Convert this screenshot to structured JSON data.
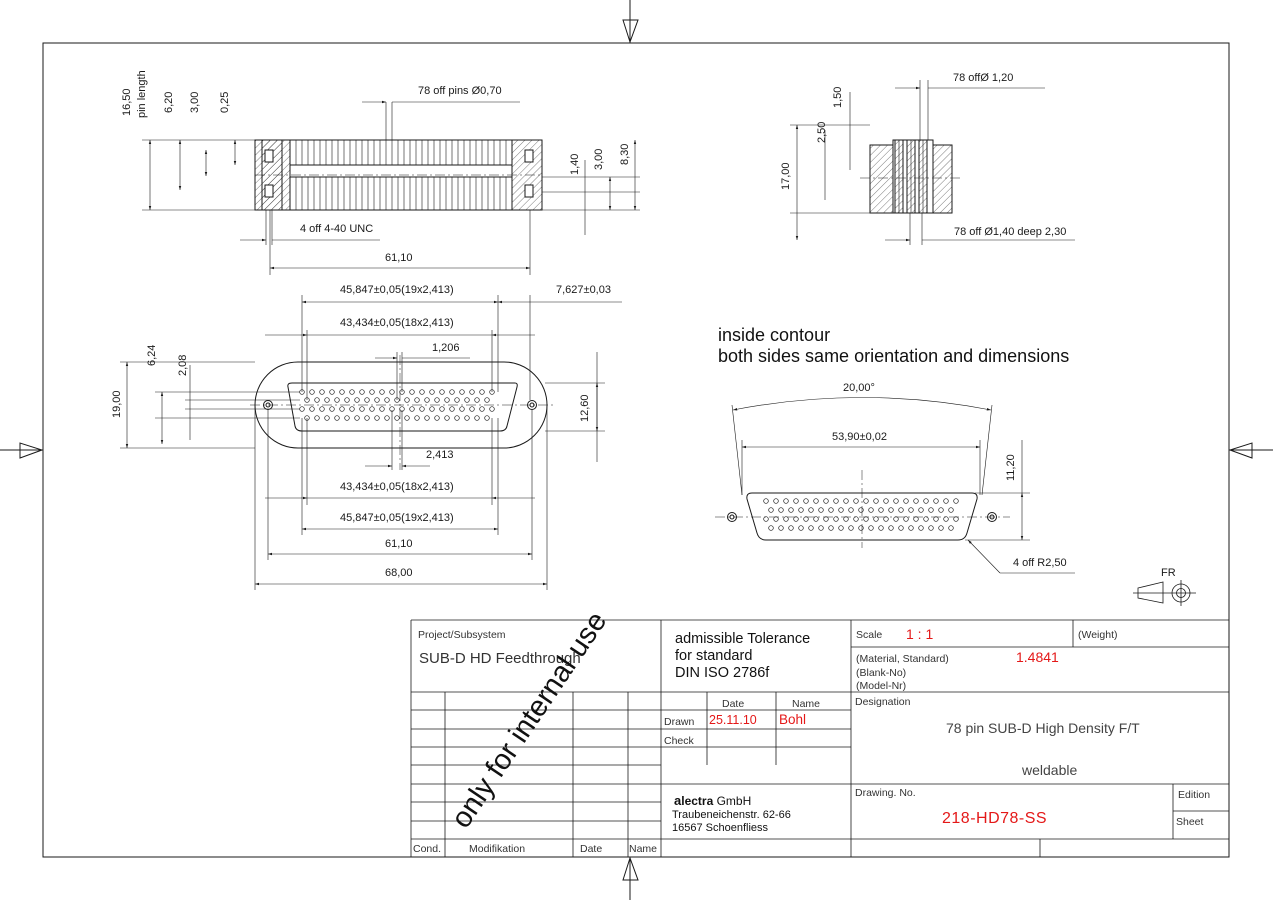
{
  "drawing": {
    "top_view": {
      "pins_label": "78 off pins Ø0,70",
      "pin_length_value": "16,50",
      "pin_length_label": "pin length",
      "dim_620": "6,20",
      "dim_300": "3,00",
      "dim_025": "0,25",
      "dim_140": "1,40",
      "dim_300b": "3,00",
      "dim_830": "8,30",
      "thread_label": "4 off 4-40 UNC",
      "width": "61,10"
    },
    "side_view": {
      "pins_label": "78 offØ 1,20",
      "dim_150": "1,50",
      "dim_250": "2,50",
      "dim_1700": "17,00",
      "holes_label": "78 off Ø1,40 deep 2,30"
    },
    "front_view": {
      "pitch19_top": "45,847±0,05(19x2,413)",
      "pitch18_top": "43,434±0,05(18x2,413)",
      "offset": "7,627±0,03",
      "row_pitch": "1,206",
      "dim_624": "6,24",
      "dim_208": "2,08",
      "height": "19,00",
      "shell_height": "12,60",
      "pin_pitch": "2,413",
      "pitch18_bottom": "43,434±0,05(18x2,413)",
      "pitch19_bottom": "45,847±0,05(19x2,413)",
      "width": "61,10",
      "overall": "68,00"
    },
    "contour_view": {
      "note_line1": "inside contour",
      "note_line2": "both sides same orientation and dimensions",
      "angle": "20,00°",
      "width": "53,90±0,02",
      "height": "11,20",
      "radius": "4 off R2,50"
    },
    "projection": "FR",
    "stamp": "only for internal use"
  },
  "title_block": {
    "project_label": "Project/Subsystem",
    "project_value": "SUB-D HD Feedthrough",
    "tolerance_line1": "admissible Tolerance",
    "tolerance_line2": "for standard",
    "tolerance_line3": "DIN ISO 2786f",
    "scale_label": "Scale",
    "scale_value": "1 : 1",
    "weight_label": "(Weight)",
    "material_label": "(Material, Standard)",
    "material_value": "1.4841",
    "blank_label": "(Blank-No)",
    "model_label": "(Model-Nr)",
    "date_header": "Date",
    "name_header": "Name",
    "drawn_label": "Drawn",
    "drawn_date": "25.11.10",
    "drawn_name": "Bohl",
    "check_label": "Check",
    "designation_label": "Designation",
    "designation_value": "78 pin SUB-D High Density F/T",
    "designation_sub": "weldable",
    "company_a": "a",
    "company_rest": "lectra",
    "company_suffix": " GmbH",
    "address1": "Traubeneichenstr. 62-66",
    "address2": "16567 Schoenfliess",
    "drawing_no_label": "Drawing. No.",
    "drawing_no_value": "218-HD78-SS",
    "edition_label": "Edition",
    "sheet_label": "Sheet",
    "cond_label": "Cond.",
    "modifikation_label": "Modifikation",
    "date_label": "Date",
    "name_label": "Name"
  },
  "colors": {
    "line": "#1a1a1a",
    "accent_red": "#e41818",
    "text_grey": "#333333"
  }
}
